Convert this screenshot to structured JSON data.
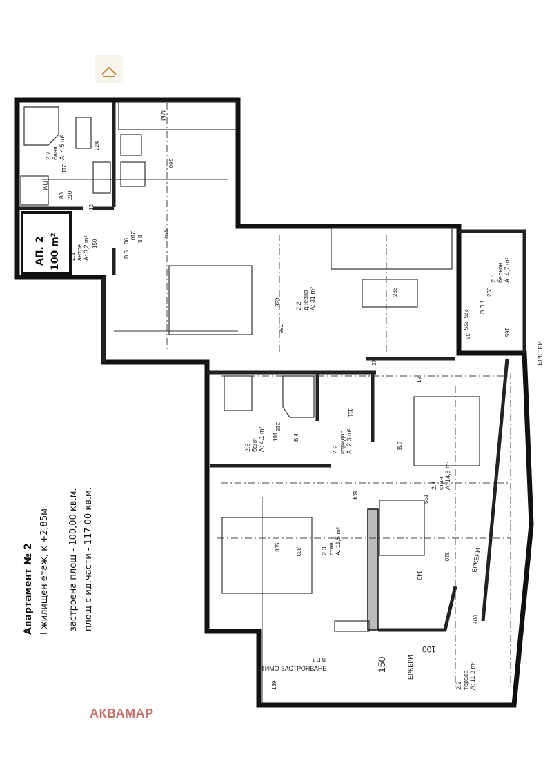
{
  "info": {
    "title": "Апартамент № 2",
    "floor": "I жилищен етаж, к +2,85м",
    "built_area": "застроена площ - 100,00 кв.м.",
    "total_area": "площ с ид.части - 117,00 кв.м."
  },
  "badge": {
    "name": "АП. 2",
    "area": "100 m²"
  },
  "watermark": "АКВАМАР",
  "rooms": [
    {
      "num": "2.7",
      "name": "баня",
      "area": "A: 4,5 m²"
    },
    {
      "num": "2.1",
      "name": "антре",
      "area": "A: 3,2 m²"
    },
    {
      "num": "2.2",
      "name": "дневна",
      "area": "A: 31 m²"
    },
    {
      "num": "2.8",
      "name": "балкон",
      "area": "A: 4,7 m²"
    },
    {
      "num": "2.6",
      "name": "баня",
      "area": "A: 4,1 m²"
    },
    {
      "num": "2.2",
      "name": "коридор",
      "area": "A: 2,3 m²"
    },
    {
      "num": "2.3",
      "name": "стая",
      "area": "A: 11,5 m²"
    },
    {
      "num": "2.4",
      "name": "стая",
      "area": "A: 14,5 m²"
    },
    {
      "num": "2.9",
      "name": "тераса",
      "area": "A: 11,2 m²"
    }
  ],
  "marks": {
    "mm": "ММ",
    "pm": "ПМ",
    "erker": "ЕРКЕРИ",
    "erker2": "ЕРКЕРИ",
    "erker3": "ЕРКЕРИ",
    "zastroyavane": "СТИМО ЗАСТРОЯВАНЕ",
    "doors": [
      "В.5",
      "В.6",
      "В.4",
      "В.4",
      "В.9",
      "В.П.1",
      "В.П.1"
    ]
  },
  "dims": [
    "675",
    "260",
    "211",
    "224",
    "323",
    "766",
    "286",
    "266",
    "225",
    "225",
    "35",
    "165",
    "215",
    "191",
    "111",
    "551",
    "335",
    "333",
    "310",
    "140",
    "100",
    "150",
    "139",
    "100",
    "80",
    "210",
    "90",
    "210",
    "150",
    "12",
    "12",
    "37"
  ]
}
